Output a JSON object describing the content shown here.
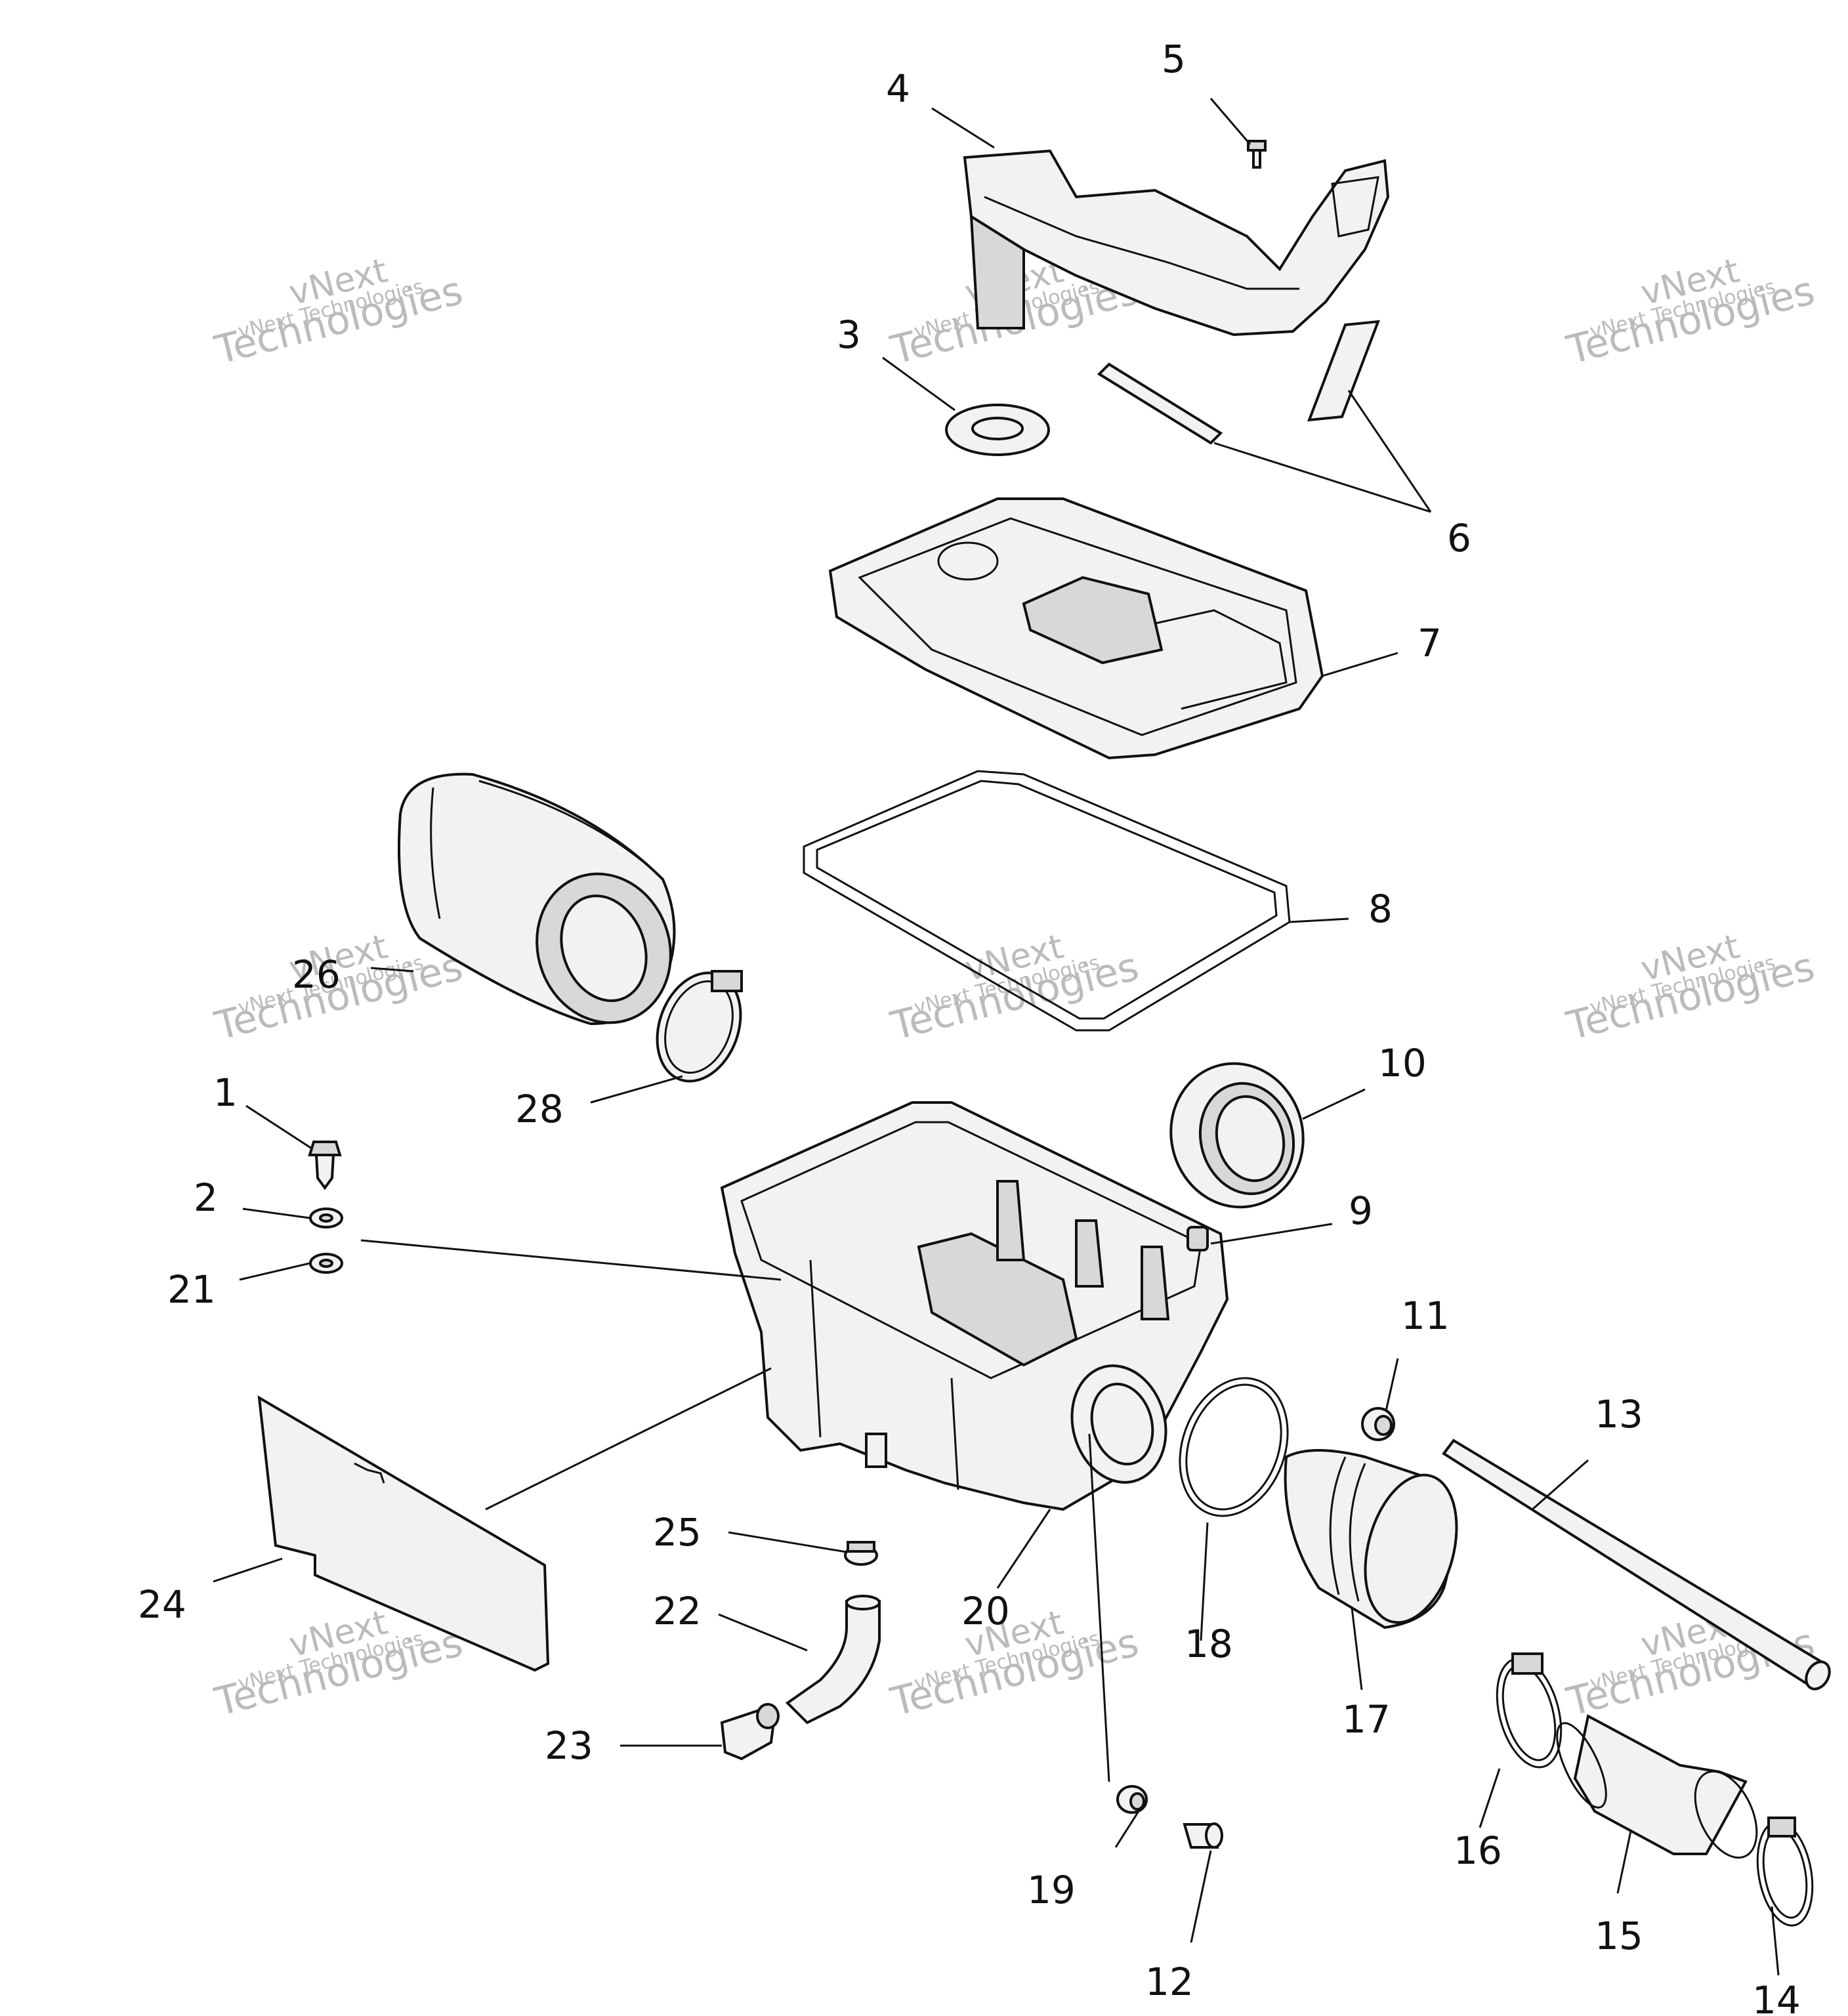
{
  "watermark": {
    "line1": "vNext",
    "line2": "Technologies",
    "line3": "vNext Technologies"
  },
  "callouts": [
    "1",
    "2",
    "3",
    "4",
    "5",
    "6",
    "7",
    "8",
    "9",
    "10",
    "11",
    "12",
    "13",
    "14",
    "15",
    "16",
    "17",
    "18",
    "19",
    "20",
    "21",
    "22",
    "23",
    "24",
    "25",
    "26",
    "28"
  ]
}
